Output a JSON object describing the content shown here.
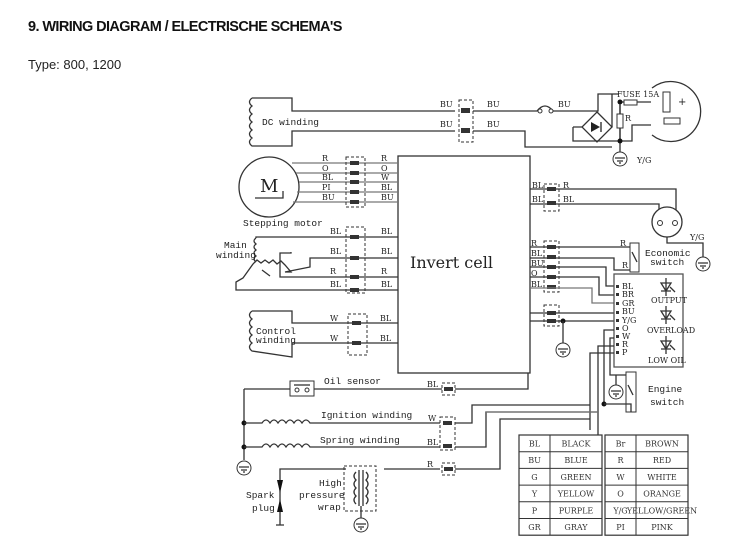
{
  "heading": "9.   WIRING DIAGRAM / ELECTRISCHE SCHEMA'S",
  "type_line": "Type: 800, 1200",
  "diagram": {
    "central_block": "Invert cell",
    "components": {
      "dc_winding": "DC winding",
      "stepping_motor": "Stepping motor",
      "motor_symbol": "M",
      "main_winding": [
        "Main",
        "winding"
      ],
      "control_winding": [
        "Control",
        "winding"
      ],
      "oil_sensor": "Oil sensor",
      "ignition_winding": "Ignition winding",
      "spring_winding": "Spring winding",
      "spark_plug": [
        "Spark",
        "plug"
      ],
      "high_pressure_wrap": [
        "High",
        "pressure",
        "wrap"
      ],
      "economic_switch": [
        "Economic",
        "switch"
      ],
      "engine_switch": [
        "Engine",
        "switch"
      ],
      "fuse": "FUSE 15A",
      "resistor": "R",
      "ground_label": "Y/G",
      "dc_plus": "+",
      "indicators": [
        "OUTPUT",
        "OVERLOAD",
        "LOW OIL"
      ]
    },
    "wires": {
      "dc_left": [
        "BU",
        "BU"
      ],
      "dc_right": [
        "BU",
        "BU"
      ],
      "dc_fuse_out": "BU",
      "motor_left": [
        "R",
        "O",
        "BL",
        "PI",
        "BU"
      ],
      "motor_right": [
        "R",
        "O",
        "W",
        "BL",
        "BU"
      ],
      "main_left": [
        "BL",
        "BL",
        "R",
        "BL"
      ],
      "main_right": [
        "BL",
        "BL",
        "R",
        "BL"
      ],
      "control_left": [
        "W",
        "W"
      ],
      "control_right": [
        "BL",
        "BL"
      ],
      "socket_out": [
        "BL",
        "BL"
      ],
      "socket_in": [
        "R",
        "BL"
      ],
      "panel_out": [
        "R",
        "BL",
        "BU",
        "O",
        "BL"
      ],
      "econ_switch": [
        "R",
        "R"
      ],
      "panel_terminals": [
        "BL",
        "BR",
        "GR",
        "BU",
        "Y/G",
        "O",
        "W",
        "R",
        "P"
      ],
      "oil_sensor_wire": "BL",
      "ignition_wire": "W",
      "spring_wire": "BL",
      "spark_wire": "R",
      "socket_ground": "Y/G"
    }
  },
  "color_legend": {
    "rows": [
      [
        "BL",
        "BLACK",
        "Br",
        "BROWN"
      ],
      [
        "BU",
        "BLUE",
        "R",
        "RED"
      ],
      [
        "G",
        "GREEN",
        "W",
        "WHITE"
      ],
      [
        "Y",
        "YELLOW",
        "O",
        "ORANGE"
      ],
      [
        "P",
        "PURPLE",
        "Y/G",
        "YELLOW/GREEN"
      ],
      [
        "GR",
        "GRAY",
        "PI",
        "PINK"
      ]
    ]
  }
}
